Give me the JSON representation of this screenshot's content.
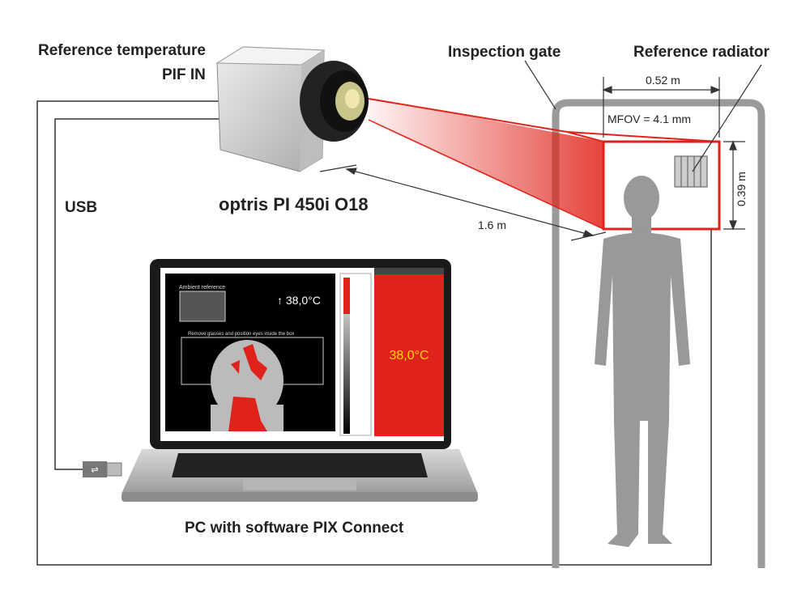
{
  "labels": {
    "reference_temperature": "Reference temperature",
    "pif_in": "PIF IN",
    "inspection_gate": "Inspection gate",
    "reference_radiator": "Reference radiator",
    "usb": "USB",
    "camera_model": "optris PI 450i O18",
    "distance": "1.6 m",
    "width": "0.52 m",
    "mfov": "MFOV = 4.1 mm",
    "height": "0.39 m",
    "pc": "PC with software PIX Connect"
  },
  "screen": {
    "ambient_reference": "Ambient reference",
    "overlay_temp": "↑ 38,0°C",
    "instruction": "Remove glasses and position eyes inside the box",
    "measured_temp": "38,0°C"
  },
  "colors": {
    "accent_red": "#e0231a",
    "gate_grey": "#9a9a9a",
    "temp_yellow": "#ffd700"
  }
}
